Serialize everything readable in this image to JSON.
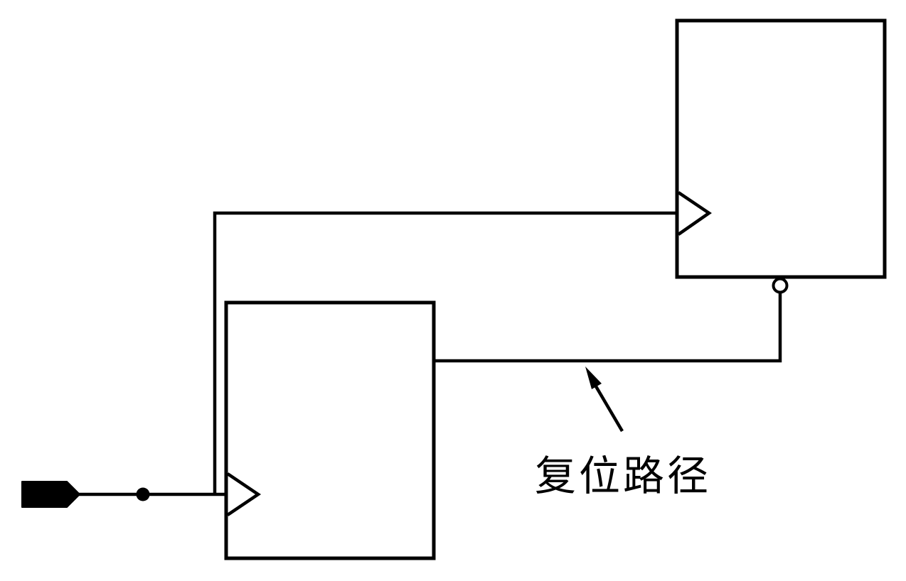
{
  "colors": {
    "ink": "#000000",
    "background": "#ffffff"
  },
  "diagram": {
    "type": "circuit-schematic",
    "label": "复位路径",
    "components": [
      {
        "name": "input-pin-icon",
        "kind": "filled input-port connector"
      },
      {
        "name": "junction-dot",
        "kind": "wire junction"
      },
      {
        "name": "flipflop-bottom-box",
        "kind": "empty block with clock-edge triangle on left edge"
      },
      {
        "name": "flipflop-top-box",
        "kind": "empty block with clock-edge triangle on left edge"
      },
      {
        "name": "clock-triangle-icon",
        "kind": "clock edge-trigger symbol"
      },
      {
        "name": "inversion-bubble",
        "kind": "active-low bubble on bottom edge of top block"
      },
      {
        "name": "reset-wire",
        "kind": "wire from bubble down and left into bottom block right edge"
      },
      {
        "name": "annotation-arrow",
        "kind": "callout arrow pointing up-left at reset wire"
      }
    ]
  }
}
